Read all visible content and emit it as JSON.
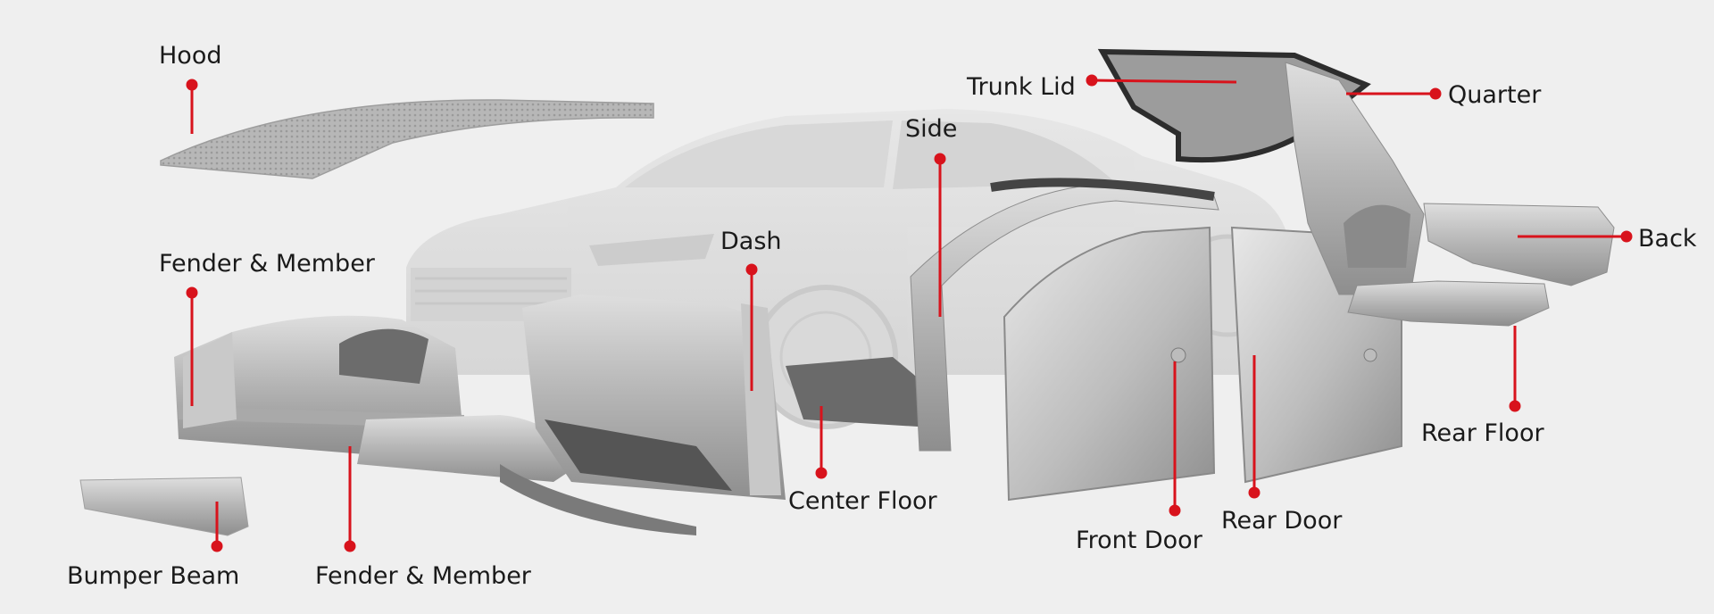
{
  "labels": {
    "hood": "Hood",
    "fender_member_upper": "Fender & Member",
    "bumper_beam": "Bumper Beam",
    "fender_member_lower": "Fender & Member",
    "dash": "Dash",
    "center_floor": "Center Floor",
    "side": "Side",
    "trunk_lid": "Trunk Lid",
    "quarter": "Quarter",
    "back": "Back",
    "rear_floor": "Rear Floor",
    "front_door": "Front Door",
    "rear_door": "Rear Door"
  },
  "colors": {
    "background": "#efefef",
    "leader_line": "#d8131c",
    "label_text": "#1a1a1a",
    "ghost_car": "#dcdcdc",
    "part_metal": "#b9b9b9",
    "dark_trim": "#4a4a4a"
  }
}
